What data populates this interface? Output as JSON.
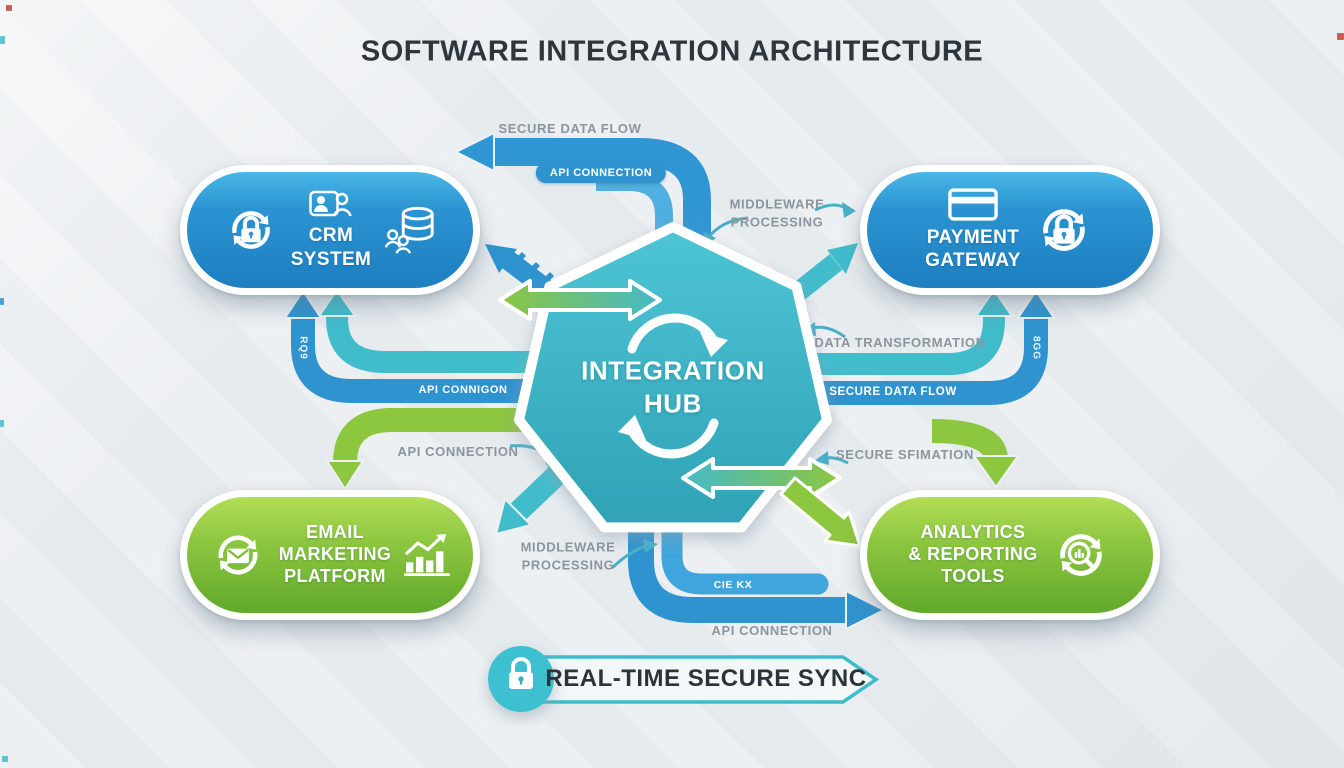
{
  "title": "SOFTWARE INTEGRATION ARCHITECTURE",
  "hub": {
    "label": "INTEGRATION\nHUB"
  },
  "nodes": {
    "crm": {
      "label": "CRM\nSYSTEM"
    },
    "payment": {
      "label": "PAYMENT\nGATEWAY"
    },
    "email": {
      "label": "EMAIL\nMARKETING\nPLATFORM"
    },
    "analytics": {
      "label": "ANALYTICS\n& REPORTING\nTOOLS"
    }
  },
  "labels": {
    "secure_data_flow_top": "SECURE DATA FLOW",
    "api_connection_badge": "API CONNECTION",
    "middleware_processing_top": "MIDDLEWARE\nPROCESSING",
    "data_transformation": "DATA TRANSFORMATION",
    "api_connection_band": "API CONNIGON",
    "secure_data_flow_right": "SECURE DATA FLOW",
    "api_connection_left": "API CONNECTION",
    "secure_estimation": "SECURE SFIMATION",
    "middleware_processing_bottom": "MIDDLEWARE\nPROCESSING",
    "pipe_tag": "CIE KX",
    "api_connection_bottom": "API CONNECTION",
    "vertical_left_tag": "RQ9",
    "vertical_right_tag": "8GG"
  },
  "banner": {
    "label": "REAL-TIME SECURE SYNC"
  },
  "icons": {
    "crm_left": "sync-lock-icon",
    "crm_top": "contacts-card-icon",
    "crm_right": "database-users-icon",
    "payment_top": "credit-card-icon",
    "payment_right": "sync-lock-icon",
    "email_left": "envelope-sync-icon",
    "email_right": "bar-chart-icon",
    "analytics_right": "magnifier-chart-sync-icon",
    "banner_left": "padlock-icon",
    "hub_center": "sync-arrows-icon"
  },
  "colors": {
    "blue": "#2E93CF",
    "teal": "#41BCCB",
    "green": "#8DC63F",
    "hub_teal": "#3BB7C8",
    "label_gray": "#8B959E",
    "background": "#E9EDF0"
  }
}
